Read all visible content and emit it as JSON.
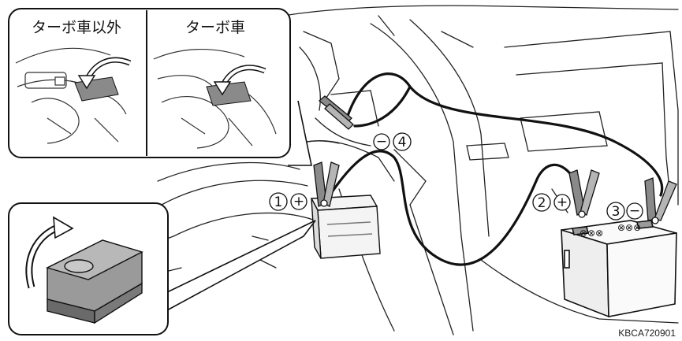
{
  "insets": {
    "left_title": "ターボ車以外",
    "right_title": "ターボ車"
  },
  "steps": [
    {
      "number": "1",
      "sign": "+"
    },
    {
      "number": "2",
      "sign": "+"
    },
    {
      "number": "3",
      "sign": "−"
    },
    {
      "number": "4",
      "sign": "−"
    }
  ],
  "battery_caps": {
    "left": "⊗⊗⊗",
    "right": "⊗⊗⊗"
  },
  "figure_code": "KBCA720901",
  "colors": {
    "line": "#111111",
    "gray_fill": "#8a8a8a",
    "light_fill": "#e6e6e6"
  }
}
